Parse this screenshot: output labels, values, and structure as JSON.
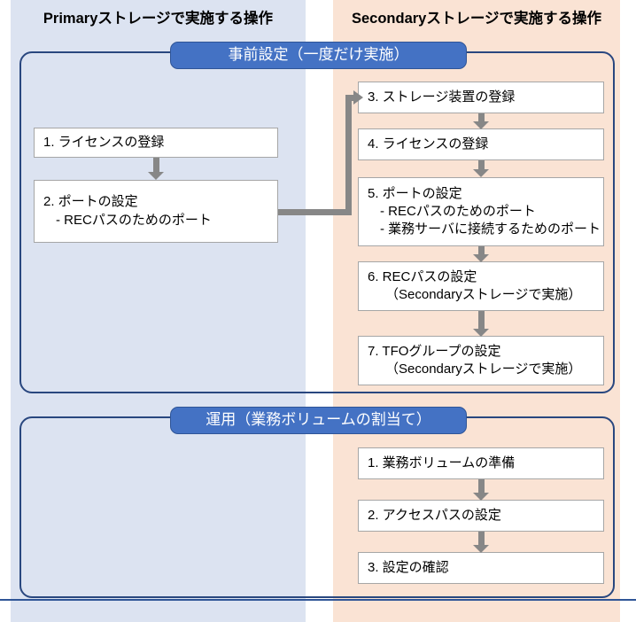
{
  "columns": {
    "primary": {
      "title": "Primaryストレージで実施する操作",
      "band_color": "#dce3f1"
    },
    "secondary": {
      "title": "Secondaryストレージで実施する操作",
      "band_color": "#fae3d4"
    }
  },
  "groups": [
    {
      "id": "setup",
      "banner": "事前設定（一度だけ実施）",
      "border_color": "#29477f"
    },
    {
      "id": "operate",
      "banner": "運用（業務ボリュームの割当て）",
      "border_color": "#29477f"
    }
  ],
  "setup": {
    "primary_steps": [
      {
        "num": "1.",
        "lines": [
          "1. ライセンスの登録"
        ]
      },
      {
        "num": "2.",
        "lines": [
          "2. ポートの設定",
          "‐ RECパスのためのポート"
        ]
      }
    ],
    "secondary_steps": [
      {
        "num": "3.",
        "lines": [
          "3. ストレージ装置の登録"
        ]
      },
      {
        "num": "4.",
        "lines": [
          "4. ライセンスの登録"
        ]
      },
      {
        "num": "5.",
        "lines": [
          "5. ポートの設定",
          "‐ RECパスのためのポート",
          "‐ 業務サーバに接続するためのポート"
        ]
      },
      {
        "num": "6.",
        "lines": [
          "6. RECパスの設定",
          "（Secondaryストレージで実施）"
        ]
      },
      {
        "num": "7.",
        "lines": [
          "7. TFOグループの設定",
          "（Secondaryストレージで実施）"
        ]
      }
    ]
  },
  "operate": {
    "secondary_steps": [
      {
        "num": "1.",
        "lines": [
          "1. 業務ボリュームの準備"
        ]
      },
      {
        "num": "2.",
        "lines": [
          "2. アクセスパスの設定"
        ]
      },
      {
        "num": "3.",
        "lines": [
          "3. 設定の確認"
        ]
      }
    ]
  },
  "connectors": {
    "arrow_color": "#878787",
    "cross_column_note": "2. ポートの設定 から 3. ストレージ装置の登録 へ"
  }
}
